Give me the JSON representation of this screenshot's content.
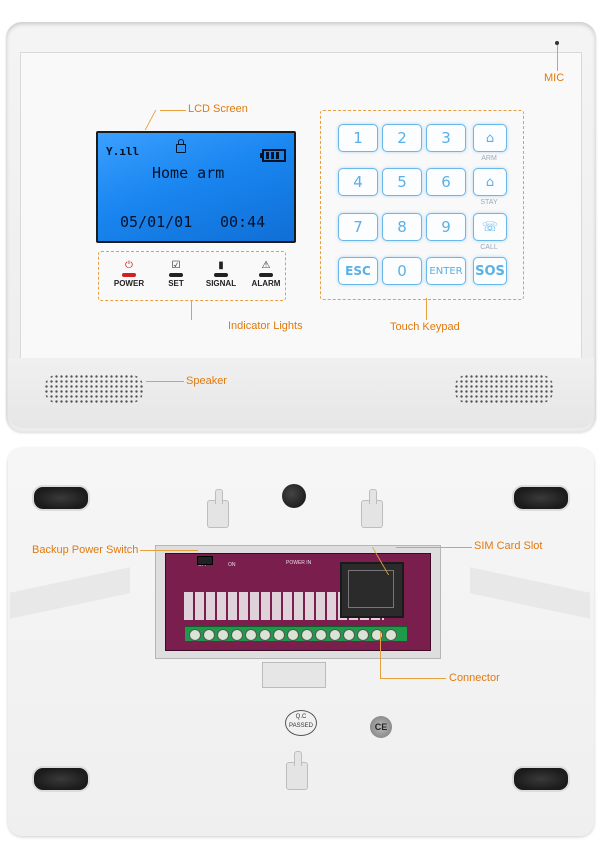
{
  "front": {
    "labels": {
      "mic": "MIC",
      "lcd_screen": "LCD Screen",
      "indicator_lights": "Indicator Lights",
      "touch_keypad": "Touch Keypad",
      "speaker": "Speaker"
    },
    "lcd": {
      "signal": "Y.ıll",
      "status": "Home arm",
      "date": "05/01/01",
      "time": "00:44"
    },
    "indicators": [
      {
        "icon": "⏻",
        "label": "POWER"
      },
      {
        "icon": "☑",
        "label": "SET"
      },
      {
        "icon": "▮",
        "label": "SIGNAL"
      },
      {
        "icon": "⚠",
        "label": "ALARM"
      }
    ],
    "keypad": {
      "rows": [
        [
          "1",
          "2",
          "3"
        ],
        [
          "4",
          "5",
          "6"
        ],
        [
          "7",
          "8",
          "9"
        ],
        [
          "ESC",
          "0",
          "ENTER"
        ]
      ],
      "function_keys": [
        {
          "icon": "⌂",
          "caption": "ARM"
        },
        {
          "icon": "⌂",
          "caption": "STAY"
        },
        {
          "icon": "☏",
          "caption": "CALL"
        },
        {
          "icon": "SOS",
          "caption": ""
        }
      ]
    }
  },
  "back": {
    "labels": {
      "backup_power_switch": "Backup Power Switch",
      "sim_card_slot": "SIM Card Slot",
      "connector": "Connector"
    },
    "pcb": {
      "off": "OFF",
      "on": "ON",
      "power_in": "POWER IN"
    },
    "qc_stamp": "Q.C PASSED",
    "ce_mark": "CE"
  }
}
